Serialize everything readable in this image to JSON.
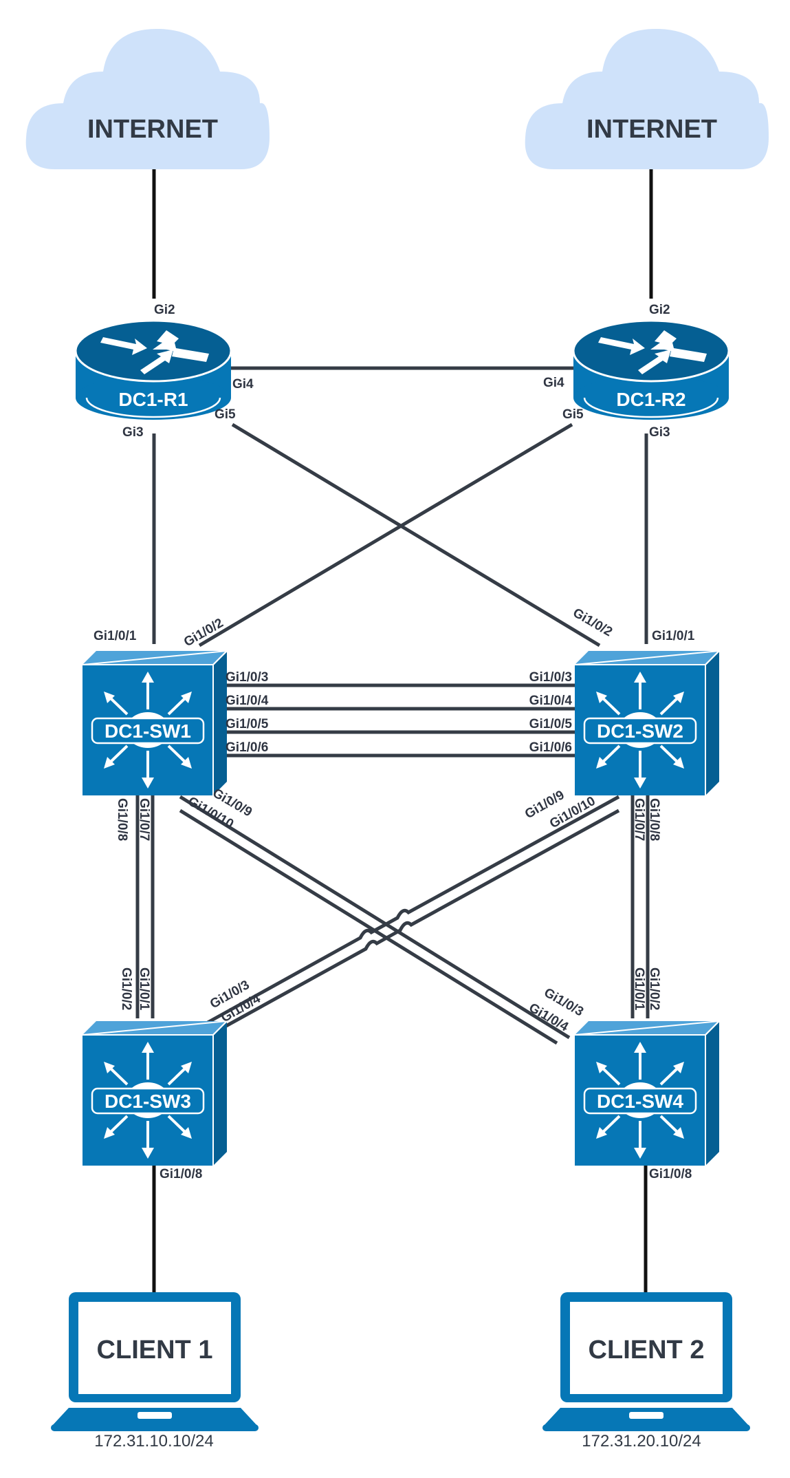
{
  "colors": {
    "cloud": "#cfe2fa",
    "device_blue": "#0677b6",
    "device_dark": "#055f93",
    "link": "#353c46",
    "text": "#323a45"
  },
  "clouds": [
    {
      "id": "internet-left",
      "label": "INTERNET"
    },
    {
      "id": "internet-right",
      "label": "INTERNET"
    }
  ],
  "routers": [
    {
      "id": "r1",
      "label": "DC1-R1"
    },
    {
      "id": "r2",
      "label": "DC1-R2"
    }
  ],
  "switches": [
    {
      "id": "sw1",
      "label": "DC1-SW1"
    },
    {
      "id": "sw2",
      "label": "DC1-SW2"
    },
    {
      "id": "sw3",
      "label": "DC1-SW3"
    },
    {
      "id": "sw4",
      "label": "DC1-SW4"
    }
  ],
  "clients": [
    {
      "id": "client1",
      "label": "CLIENT 1",
      "ip": "172.31.10.10/24"
    },
    {
      "id": "client2",
      "label": "CLIENT 2",
      "ip": "172.31.20.10/24"
    }
  ],
  "ports": {
    "r1_gi2": "Gi2",
    "r1_gi4": "Gi4",
    "r1_gi5": "Gi5",
    "r1_gi3": "Gi3",
    "r2_gi2": "Gi2",
    "r2_gi4": "Gi4",
    "r2_gi5": "Gi5",
    "r2_gi3": "Gi3",
    "sw1_gi101": "Gi1/0/1",
    "sw1_gi102": "Gi1/0/2",
    "sw1_gi103": "Gi1/0/3",
    "sw1_gi104": "Gi1/0/4",
    "sw1_gi105": "Gi1/0/5",
    "sw1_gi106": "Gi1/0/6",
    "sw1_gi108": "Gi1/0/8",
    "sw1_gi107": "Gi1/0/7",
    "sw1_gi109": "Gi1/0/9",
    "sw1_gi1010": "Gi1/0/10",
    "sw2_gi101": "Gi1/0/1",
    "sw2_gi102": "Gi1/0/2",
    "sw2_gi103": "Gi1/0/3",
    "sw2_gi104": "Gi1/0/4",
    "sw2_gi105": "Gi1/0/5",
    "sw2_gi106": "Gi1/0/6",
    "sw2_gi109": "Gi1/0/9",
    "sw2_gi1010": "Gi1/0/10",
    "sw2_gi107": "Gi1/0/7",
    "sw2_gi108": "Gi1/0/8",
    "sw3_gi102": "Gi1/0/2",
    "sw3_gi101": "Gi1/0/1",
    "sw3_gi103": "Gi1/0/3",
    "sw3_gi104": "Gi1/0/4",
    "sw3_gi108": "Gi1/0/8",
    "sw4_gi103": "Gi1/0/3",
    "sw4_gi104": "Gi1/0/4",
    "sw4_gi101": "Gi1/0/1",
    "sw4_gi102": "Gi1/0/2",
    "sw4_gi108": "Gi1/0/8"
  }
}
